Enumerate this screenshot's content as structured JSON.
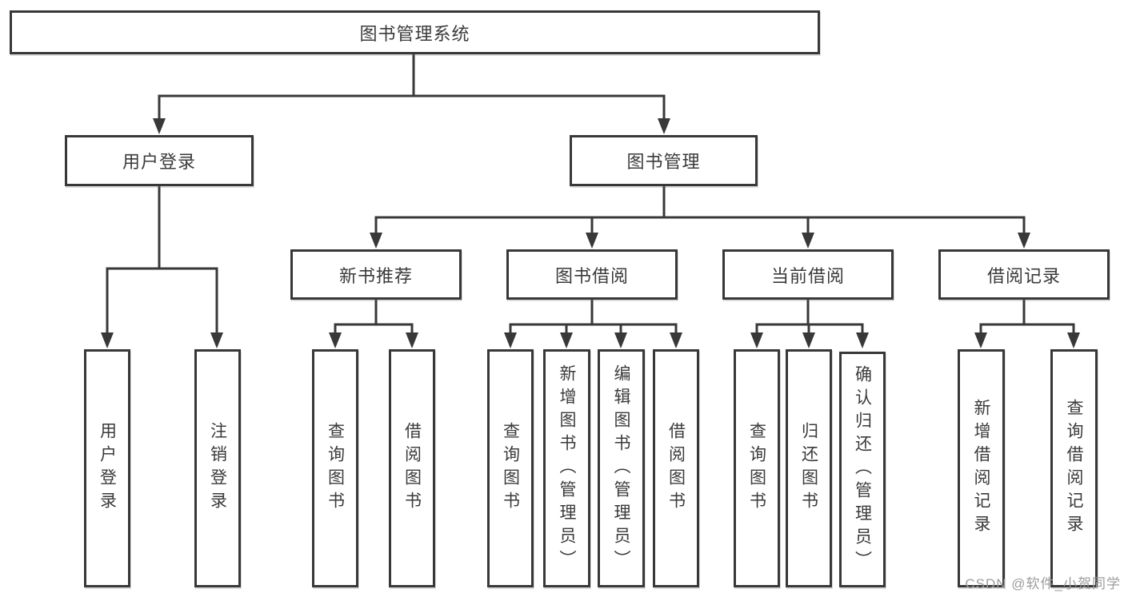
{
  "tree": {
    "label": "图书管理系统",
    "children": [
      {
        "label": "用户登录",
        "children": [
          {
            "label": "用户登录"
          },
          {
            "label": "注销登录"
          }
        ]
      },
      {
        "label": "图书管理",
        "children": [
          {
            "label": "新书推荐",
            "children": [
              {
                "label": "查询图书"
              },
              {
                "label": "借阅图书"
              }
            ]
          },
          {
            "label": "图书借阅",
            "children": [
              {
                "label": "查询图书"
              },
              {
                "label": "新增图书（管理员）"
              },
              {
                "label": "编辑图书（管理员）"
              },
              {
                "label": "借阅图书"
              }
            ]
          },
          {
            "label": "当前借阅",
            "children": [
              {
                "label": "查询图书"
              },
              {
                "label": "归还图书"
              },
              {
                "label": "确认归还（管理员）"
              }
            ]
          },
          {
            "label": "借阅记录",
            "children": [
              {
                "label": "新增借阅记录"
              },
              {
                "label": "查询借阅记录"
              }
            ]
          }
        ]
      }
    ]
  },
  "watermark": "CSDN @软件_小贺同学",
  "colors": {
    "line": "#383838",
    "text": "#3a3a3a",
    "watermark": "#9c9c9c",
    "background": "#ffffff"
  }
}
